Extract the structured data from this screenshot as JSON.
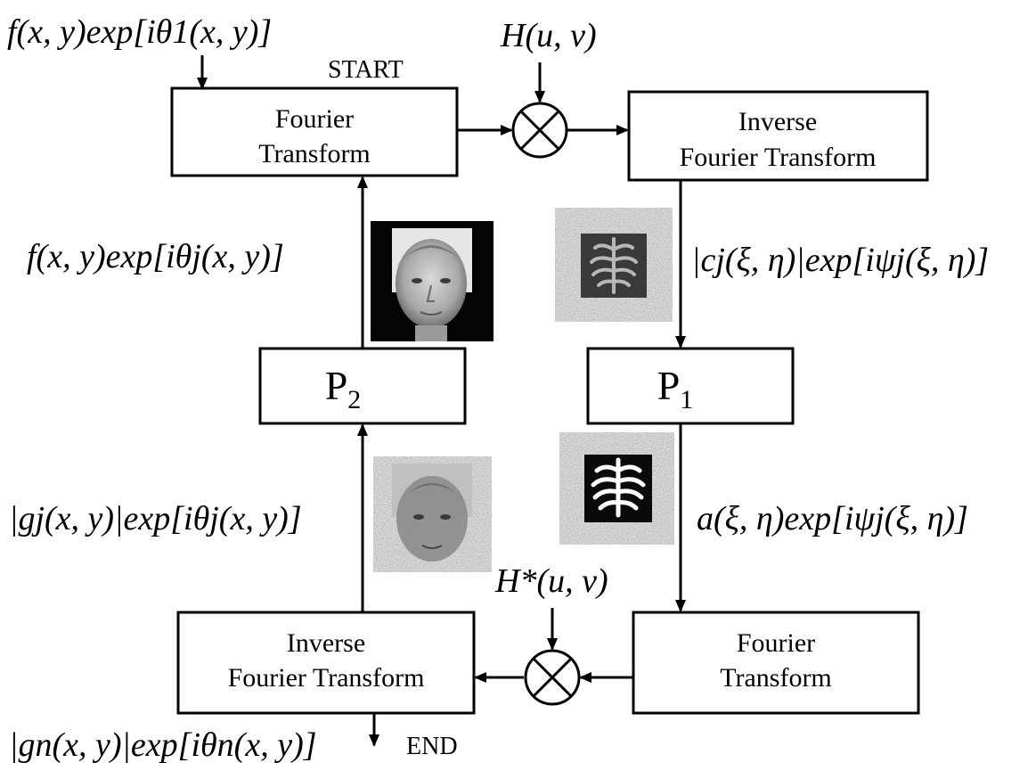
{
  "colors": {
    "stroke": "#000000",
    "background": "#ffffff"
  },
  "labels": {
    "start": "START",
    "end": "END",
    "input_expr": "f(x, y)exp[iθ1(x, y)]",
    "filter": "H(u, v)",
    "filter_conj": "H*(u, v)",
    "loop_f": "f(x, y)exp[iθj(x, y)]",
    "c_j": "|cj(ξ, η)|exp[iψj(ξ, η)]",
    "a_term": "a(ξ, η)exp[iψj(ξ, η)]",
    "g_j": "|gj(x, y)|exp[iθj(x, y)]",
    "g_n": "|gn(x, y)|exp[iθn(x, y)]"
  },
  "boxes": {
    "ft_top": [
      "Fourier",
      "Transform"
    ],
    "ift_top": [
      "Inverse",
      "Fourier Transform"
    ],
    "ift_bottom": [
      "Inverse",
      "Fourier Transform"
    ],
    "ft_bottom": [
      "Fourier",
      "Transform"
    ],
    "p2": {
      "main": "P",
      "sub": "2"
    },
    "p1": {
      "main": "P",
      "sub": "1"
    }
  },
  "images": {
    "face_top": "face-photo",
    "leaf_top": "leaf-pattern",
    "face_bottom": "face-photo-noisy",
    "leaf_bottom": "leaf-pattern-bright"
  }
}
